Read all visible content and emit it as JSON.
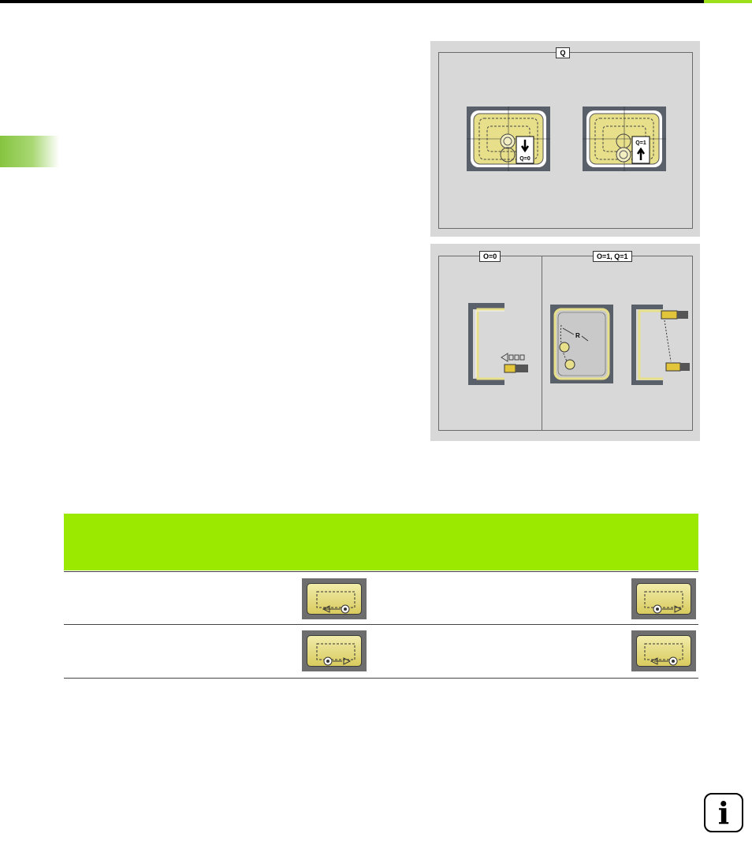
{
  "colors": {
    "accent_green": "#9be800",
    "header_green": "#9ddf1a",
    "panel_gray": "#d8d8d8",
    "tool_yellow": "#e6da7a"
  },
  "figure_q": {
    "label": "Q",
    "tiles": [
      {
        "badge": "Q=0"
      },
      {
        "badge": "Q=1"
      }
    ]
  },
  "figure_o": {
    "left_label": "O=0",
    "right_label": "O=1, Q=1",
    "radius_label": "R"
  },
  "table": {
    "rows": [
      {
        "left_icon": "contour-climb-cw-icon",
        "right_icon": "contour-up-cut-ccw-icon"
      },
      {
        "left_icon": "contour-up-cut-ccw-icon",
        "right_icon": "contour-climb-cw-icon"
      }
    ]
  },
  "info_icon": {
    "glyph": "i"
  }
}
